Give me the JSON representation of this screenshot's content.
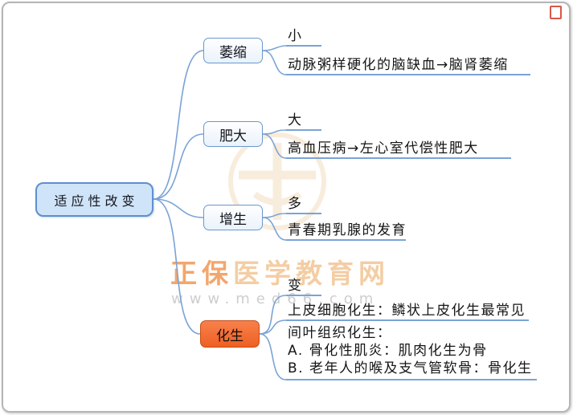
{
  "root": {
    "label": "适应性改变"
  },
  "branches": [
    {
      "label": "萎缩",
      "children": [
        {
          "label": "小"
        },
        {
          "label": "动脉粥样硬化的脑缺血→脑肾萎缩"
        }
      ]
    },
    {
      "label": "肥大",
      "children": [
        {
          "label": "大"
        },
        {
          "label": "高血压病→左心室代偿性肥大"
        }
      ]
    },
    {
      "label": "增生",
      "children": [
        {
          "label": "多"
        },
        {
          "label": "青春期乳腺的发育"
        }
      ]
    },
    {
      "label": "化生",
      "children": [
        {
          "label": "变"
        },
        {
          "label": "上皮细胞化生：鳞状上皮化生最常见"
        },
        {
          "lines": [
            "间叶组织化生：",
            "A. 骨化性肌炎：肌肉化生为骨",
            "B. 老年人的喉及支气管软骨：骨化生"
          ]
        }
      ]
    }
  ],
  "watermark": {
    "brand_primary": "正保",
    "brand_secondary": "医学教育网",
    "url": "www.med66.com"
  },
  "colors": {
    "connector": "#7aa3d6",
    "node_border": "#6b98cf",
    "root_fill": "#cfe4f8",
    "metaplasia_fill": "#ee5f23",
    "watermark_orange": "#f08e43"
  }
}
